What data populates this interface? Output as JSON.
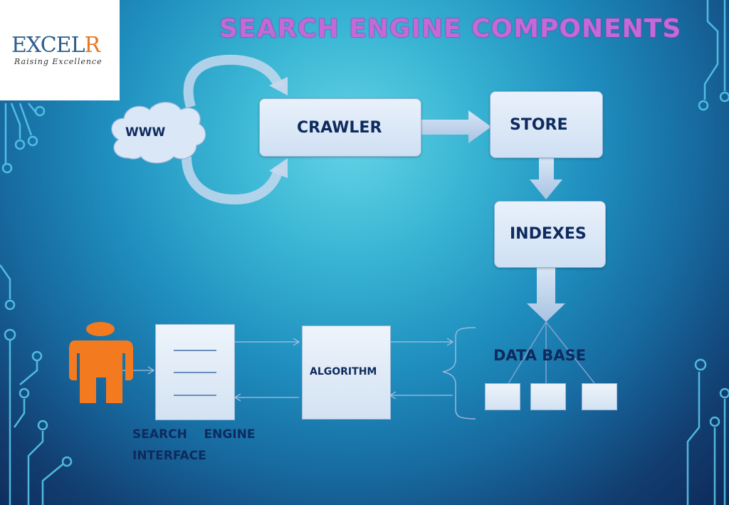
{
  "logo": {
    "brand_main": "EXCEL",
    "brand_accent": "R",
    "tagline": "Raising Excellence"
  },
  "title": "SEARCH ENGINE COMPONENTS",
  "nodes": {
    "www": "WWW",
    "crawler": "CRAWLER",
    "store": "STORE",
    "indexes": "INDEXES",
    "algorithm": "ALGORITHM",
    "database": "DATA BASE",
    "interface_line1": "SEARCH    ENGINE",
    "interface_line2": "INTERFACE"
  },
  "icons": [
    "user-icon",
    "cloud-icon",
    "circuit-decoration-icon"
  ],
  "colors": {
    "title": "#c46ad8",
    "box_fill": "#dbe8f6",
    "label_text": "#0e2a5e",
    "user_orange": "#f47a20",
    "logo_blue": "#2e5e8c",
    "logo_orange": "#e87722"
  }
}
